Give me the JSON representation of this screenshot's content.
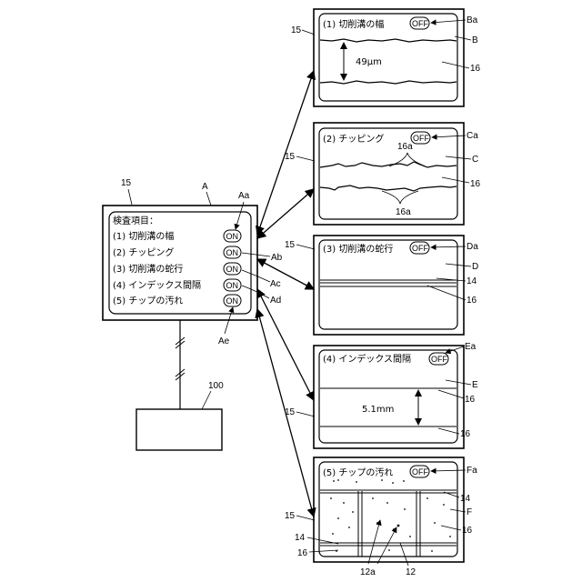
{
  "control_panel": {
    "ref": "15",
    "letter": "A",
    "heading": "検査項目：",
    "items": [
      {
        "label": "(1) 切削溝の幅",
        "state": "ON",
        "ref": "Aa"
      },
      {
        "label": "(2) チッピング",
        "state": "ON",
        "ref": "Ab"
      },
      {
        "label": "(3) 切削溝の蛇行",
        "state": "ON",
        "ref": "Ac"
      },
      {
        "label": "(4) インデックス間隔",
        "state": "ON",
        "ref": "Ad"
      },
      {
        "label": "(5) チップの汚れ",
        "state": "ON",
        "ref": "Ae"
      }
    ]
  },
  "device": {
    "ref": "100"
  },
  "panels": [
    {
      "title": "(1) 切削溝の幅",
      "toggle": "OFF",
      "ref": "15",
      "toggle_ref": "Ba",
      "letter": "B",
      "label_16": "16",
      "measure": "49μm"
    },
    {
      "title": "(2) チッピング",
      "toggle": "OFF",
      "ref": "15",
      "toggle_ref": "Ca",
      "letter": "C",
      "label_16": "16",
      "chip_top": "16a",
      "chip_bottom": "16a"
    },
    {
      "title": "(3) 切削溝の蛇行",
      "toggle": "OFF",
      "ref": "15",
      "toggle_ref": "Da",
      "letter": "D",
      "label_14": "14",
      "label_16": "16"
    },
    {
      "title": "(4) インデックス間隔",
      "toggle": "OFF",
      "ref": "15",
      "toggle_ref": "Ea",
      "letter": "E",
      "label_16a": "16",
      "label_16b": "16",
      "measure": "5.1mm"
    },
    {
      "title": "(5) チップの汚れ",
      "toggle": "OFF",
      "ref": "15",
      "toggle_ref": "Fa",
      "letter": "F",
      "label_14a": "14",
      "label_16a": "16",
      "label_14b": "14",
      "label_16b": "16",
      "label_12a": "12a",
      "label_12": "12"
    }
  ]
}
